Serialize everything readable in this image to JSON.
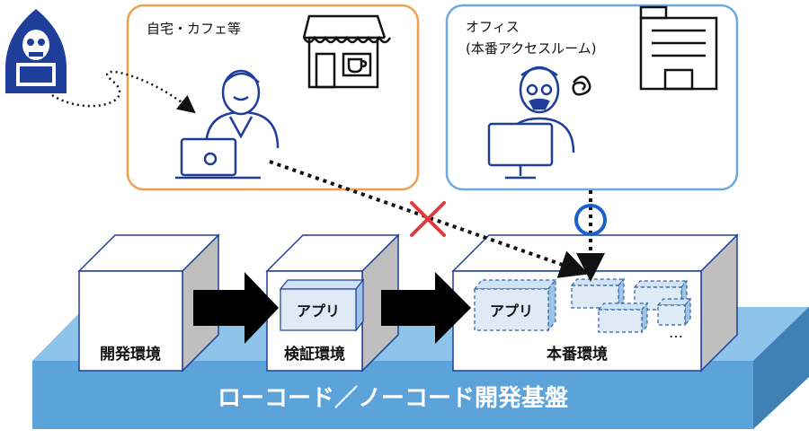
{
  "home_box": {
    "label": "自宅・カフェ等",
    "border_color": "#F0A04B"
  },
  "office_box": {
    "label_line1": "オフィス",
    "label_line2": "(本番アクセスルーム)",
    "border_color": "#6FA8DC"
  },
  "environments": {
    "dev": "開発環境",
    "verify": "検証環境",
    "prod": "本番環境"
  },
  "app_label": "アプリ",
  "more_indicator": "…",
  "platform": {
    "label": "ローコード／ノーコード開発基盤",
    "color": "#5BA3D9"
  },
  "access": {
    "denied_color": "#E03C3C",
    "allowed_color": "#1A5FD0"
  },
  "icons": [
    "hacker-icon",
    "cafe-icon",
    "office-building-icon",
    "remote-worker-icon",
    "confused-office-worker-icon"
  ]
}
